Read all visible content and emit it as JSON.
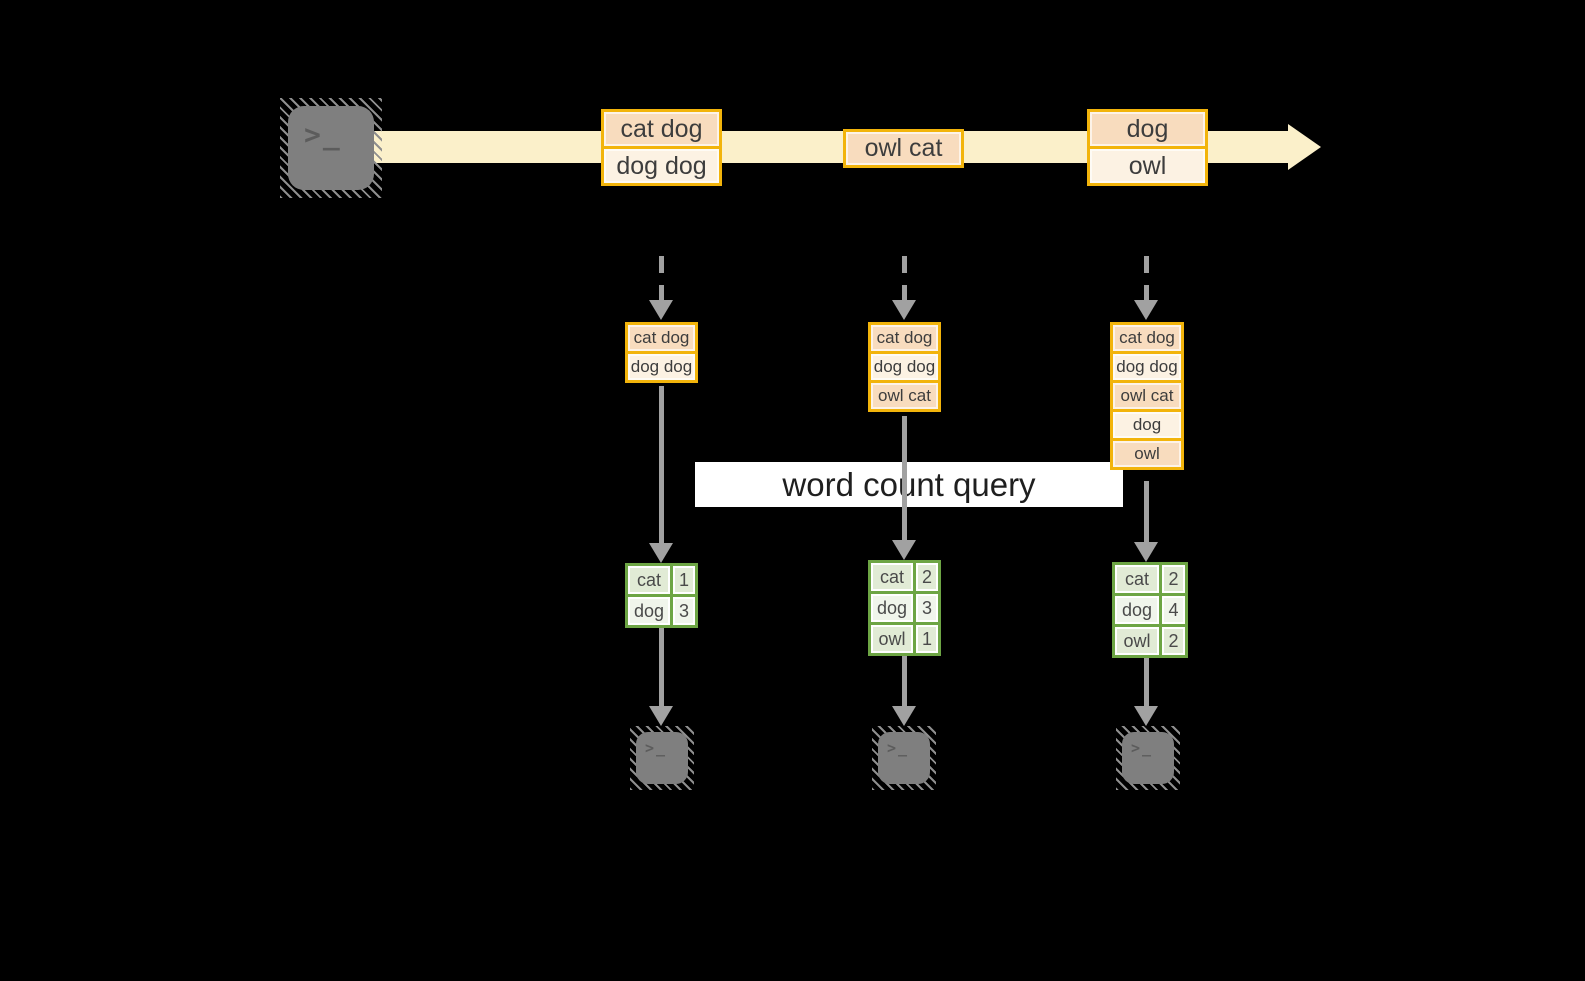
{
  "diagram": {
    "query_label": "word count query",
    "terminal_prompt": ">_",
    "stream_batches": [
      {
        "rows": [
          "cat dog",
          "dog dog"
        ]
      },
      {
        "rows": [
          "owl cat"
        ]
      },
      {
        "rows": [
          "dog",
          "owl"
        ]
      }
    ],
    "micro_batches": [
      {
        "rows": [
          "cat dog",
          "dog dog"
        ]
      },
      {
        "rows": [
          "cat dog",
          "dog dog",
          "owl cat"
        ]
      },
      {
        "rows": [
          "cat dog",
          "dog dog",
          "owl cat",
          "dog",
          "owl"
        ]
      }
    ],
    "count_tables": [
      {
        "rows": [
          [
            "cat",
            "1"
          ],
          [
            "dog",
            "3"
          ]
        ]
      },
      {
        "rows": [
          [
            "cat",
            "2"
          ],
          [
            "dog",
            "3"
          ],
          [
            "owl",
            "1"
          ]
        ]
      },
      {
        "rows": [
          [
            "cat",
            "2"
          ],
          [
            "dog",
            "4"
          ],
          [
            "owl",
            "2"
          ]
        ]
      }
    ],
    "colors": {
      "stream_band": "#FBF0CA",
      "box_border": "#F2B40B",
      "row_peach": "#F8DCBE",
      "row_cream": "#FCF2E3",
      "table_border": "#6DA544",
      "cell_green": "#E1EBD5",
      "cell_green_light": "#F0F5EB",
      "arrow_gray": "#A1A1A1",
      "terminal_gray": "#7F7F7F"
    }
  }
}
